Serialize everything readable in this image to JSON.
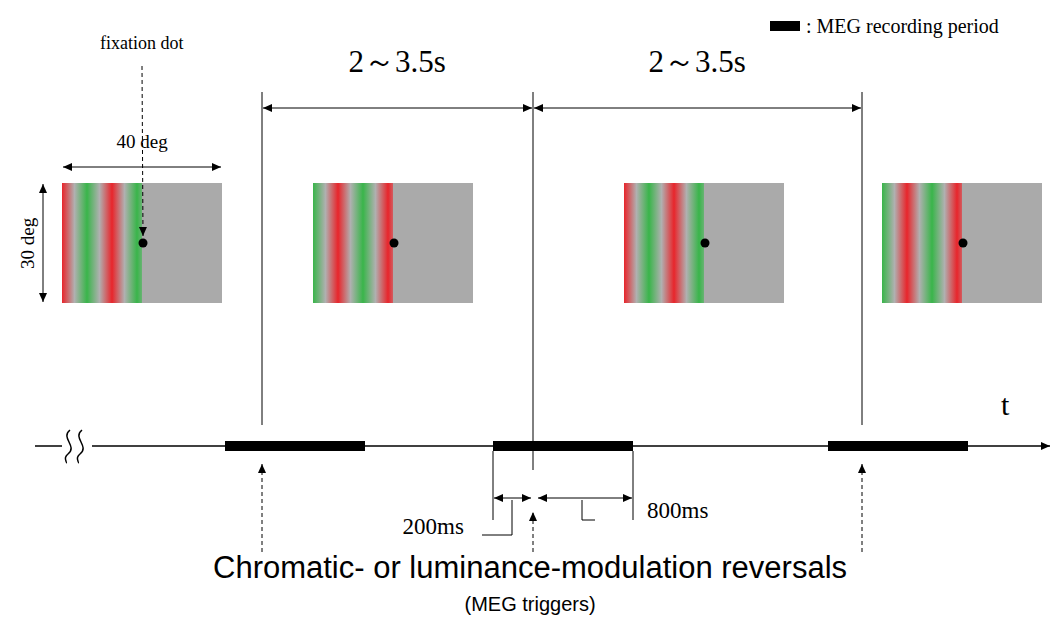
{
  "diagram": {
    "labels": [
      "fixation dot",
      "40 deg",
      "30 deg",
      "2～3.5s",
      "2～3.5s",
      "200ms",
      "800ms",
      "t",
      "Chromatic- or luminance-modulation reversals",
      "(MEG triggers)"
    ],
    "legend": [
      {
        "text": ": MEG recording period",
        "color": "#000000"
      }
    ]
  }
}
